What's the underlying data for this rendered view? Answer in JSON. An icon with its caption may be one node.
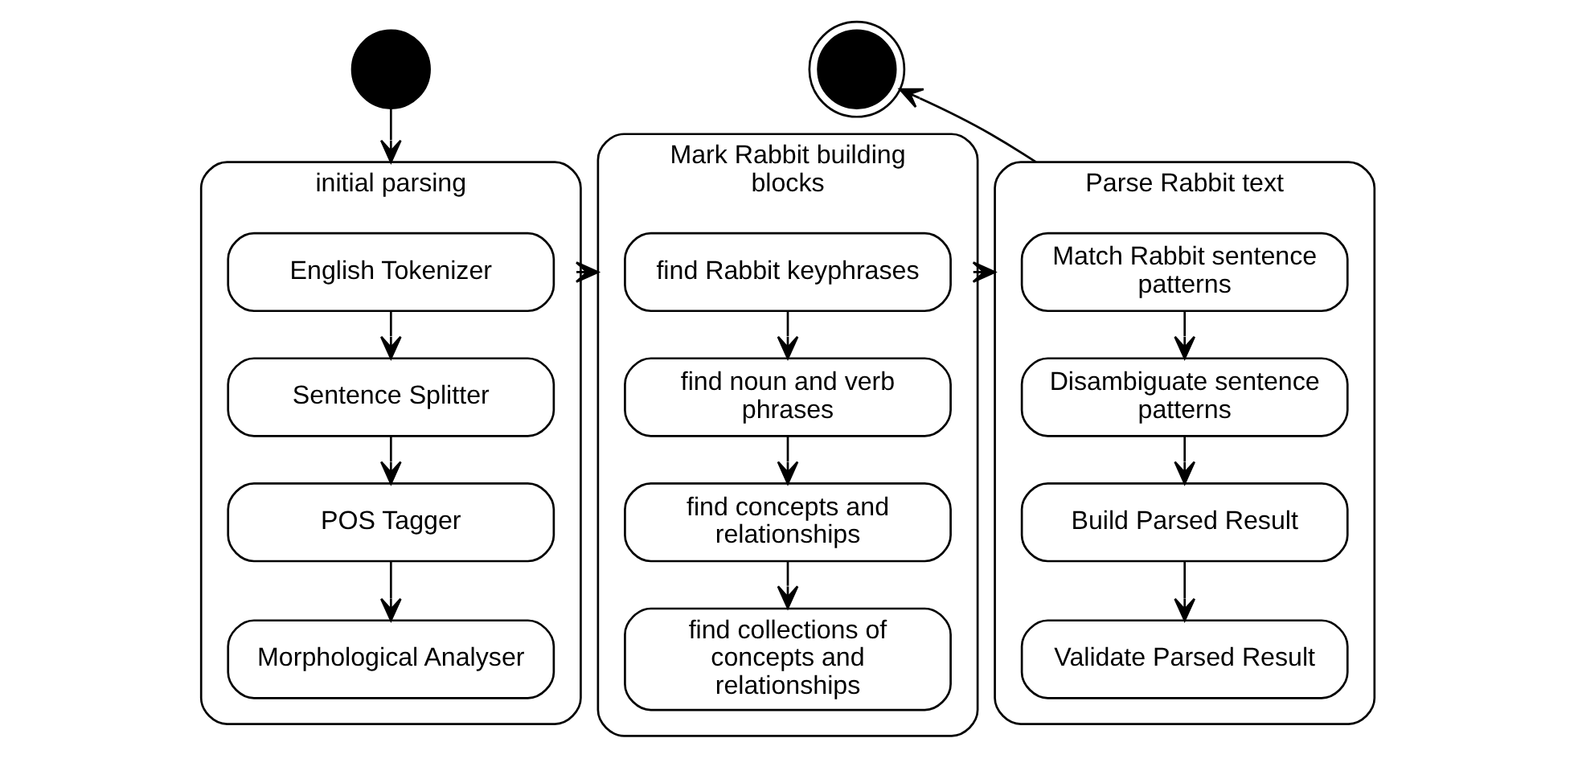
{
  "diagram": {
    "nodes": [
      {
        "text": [],
        "shape": "circle"
      },
      {
        "text": [
          "initial parsing"
        ]
      },
      {
        "text": [
          "English Tokenizer"
        ],
        "in": 1
      },
      {
        "text": [
          "Sentence Splitter"
        ],
        "in": 1
      },
      {
        "text": [
          "POS Tagger"
        ],
        "in": 1
      },
      {
        "text": [
          "Morphological Analyser"
        ],
        "in": 1
      },
      {
        "text": [
          "Mark Rabbit building blocks"
        ]
      },
      {
        "text": [
          "find Rabbit keyphrases"
        ],
        "in": 6
      },
      {
        "text": [
          "find noun and verb phrases"
        ],
        "in": 6
      },
      {
        "text": [
          "find concepts and relationships"
        ],
        "in": 6
      },
      {
        "text": [
          "find collections of concepts and relationships"
        ],
        "in": 6
      },
      {
        "text": [
          "Parse Rabbit text"
        ]
      },
      {
        "text": [
          "Match Rabbit sentence patterns"
        ],
        "in": 11
      },
      {
        "text": [
          "Disambiguate sentence patterns"
        ],
        "in": 11
      },
      {
        "text": [
          "Build Parsed Result"
        ],
        "in": 11
      },
      {
        "text": [
          "Validate Parsed Result"
        ],
        "in": 11
      },
      {
        "text": [],
        "shape": "circle"
      }
    ],
    "edges": [
      {
        "from": 0,
        "to": 1,
        "arrow": "to"
      },
      {
        "from": 2,
        "to": 3,
        "arrow": "to"
      },
      {
        "from": 3,
        "to": 4,
        "arrow": "to"
      },
      {
        "from": 4,
        "to": 5,
        "arrow": "to"
      },
      {
        "from": 1,
        "to": 6,
        "arrow": "to"
      },
      {
        "from": 7,
        "to": 8,
        "arrow": "to"
      },
      {
        "from": 8,
        "to": 9,
        "arrow": "to"
      },
      {
        "from": 9,
        "to": 10,
        "arrow": "to"
      },
      {
        "from": 6,
        "to": 11,
        "arrow": "to"
      },
      {
        "from": 12,
        "to": 13,
        "arrow": "to"
      },
      {
        "from": 13,
        "to": 14,
        "arrow": "to"
      },
      {
        "from": 14,
        "to": 15,
        "arrow": "to"
      },
      {
        "from": 11,
        "to": 16,
        "arrow": "to"
      }
    ]
  }
}
